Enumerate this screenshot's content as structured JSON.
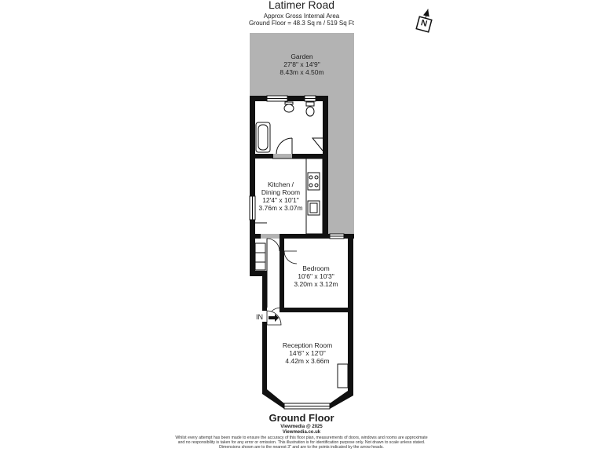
{
  "header": {
    "title": "Latimer Road",
    "area_label": "Approx Gross Internal Area",
    "area_value": "Ground Floor = 48.3 Sq m / 519 Sq Ft"
  },
  "compass": {
    "letter": "N"
  },
  "rooms": {
    "garden": {
      "name": "Garden",
      "imperial": "27'8\" x 14'9\"",
      "metric": "8.43m x 4.50m"
    },
    "kitchen": {
      "name_line1": "Kitchen /",
      "name_line2": "Dining Room",
      "imperial": "12'4\" x 10'1\"",
      "metric": "3.76m x 3.07m"
    },
    "bedroom": {
      "name": "Bedroom",
      "imperial": "10'6\" x 10'3\"",
      "metric": "3.20m x 3.12m"
    },
    "reception": {
      "name": "Reception Room",
      "imperial": "14'6\" x 12'0\"",
      "metric": "4.42m x 3.66m"
    }
  },
  "entrance": {
    "label": "IN"
  },
  "floor_label": "Ground Floor",
  "credits": {
    "line1": "Viewmedia @ 2025",
    "line2": "Viewmedia.co.uk"
  },
  "disclaimer": [
    "Whilst every attempt has been made to ensure the accuracy of this floor plan, measurements of doors, windows and rooms are approximate",
    "and no responsibility is taken for any error or omission. This illustration is for identification purpose only.  Not drawn to scale unless stated.",
    "Dimensions shown are to the nearest 3\" and are to the points indicated by the arrow heads."
  ],
  "colors": {
    "garden": "#b3b3b3",
    "wall": "#111111",
    "floor": "#ffffff"
  }
}
